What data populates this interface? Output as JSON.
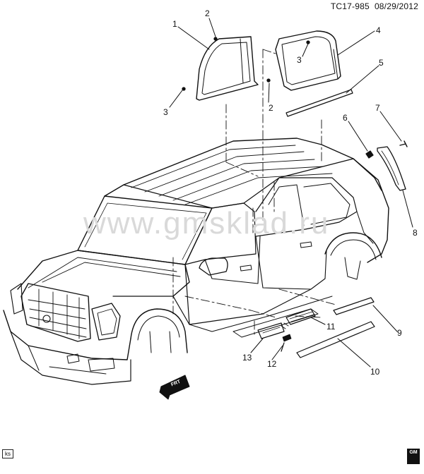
{
  "header": {
    "code": "TC17-985",
    "date": "08/29/2012"
  },
  "watermark": "www.gmsklad.ru",
  "callouts": [
    {
      "id": "c1",
      "text": "1"
    },
    {
      "id": "c2a",
      "text": "2"
    },
    {
      "id": "c2b",
      "text": "2"
    },
    {
      "id": "c3a",
      "text": "3"
    },
    {
      "id": "c3b",
      "text": "3"
    },
    {
      "id": "c4",
      "text": "4"
    },
    {
      "id": "c5",
      "text": "5"
    },
    {
      "id": "c6",
      "text": "6"
    },
    {
      "id": "c7",
      "text": "7"
    },
    {
      "id": "c8",
      "text": "8"
    },
    {
      "id": "c9",
      "text": "9"
    },
    {
      "id": "c10",
      "text": "10"
    },
    {
      "id": "c11",
      "text": "11"
    },
    {
      "id": "c12",
      "text": "12"
    },
    {
      "id": "c13",
      "text": "13"
    }
  ],
  "front_arrow": {
    "label": "FRT"
  },
  "footer": {
    "code": "ks",
    "logo": "GM"
  },
  "icons": {
    "front_arrow": "frt-arrow-icon",
    "logo": "gm-logo-icon"
  }
}
